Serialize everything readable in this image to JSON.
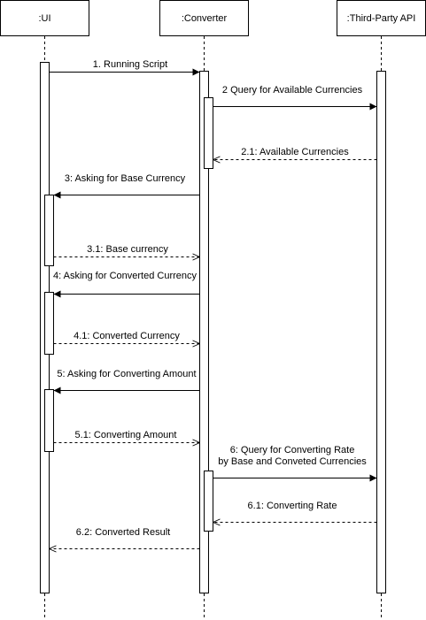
{
  "participants": [
    {
      "id": "ui",
      "label": ":UI"
    },
    {
      "id": "converter",
      "label": ":Converter"
    },
    {
      "id": "api",
      "label": ":Third-Party API"
    }
  ],
  "messages": [
    {
      "id": "m1",
      "lines": [
        "1. Running Script"
      ],
      "from": "ui",
      "to": "converter",
      "kind": "sync"
    },
    {
      "id": "m2",
      "lines": [
        "2 Query for Available Currencies"
      ],
      "from": "converter",
      "to": "api",
      "kind": "sync"
    },
    {
      "id": "m2-1",
      "lines": [
        "2.1: Available Currencies"
      ],
      "from": "api",
      "to": "converter",
      "kind": "reply"
    },
    {
      "id": "m3",
      "lines": [
        "3: Asking for Base Currency"
      ],
      "from": "converter",
      "to": "ui",
      "kind": "sync"
    },
    {
      "id": "m3-1",
      "lines": [
        "3.1: Base currency"
      ],
      "from": "ui",
      "to": "converter",
      "kind": "reply"
    },
    {
      "id": "m4",
      "lines": [
        "4: Asking for Converted Currency"
      ],
      "from": "converter",
      "to": "ui",
      "kind": "sync"
    },
    {
      "id": "m4-1",
      "lines": [
        "4.1: Converted Currency"
      ],
      "from": "ui",
      "to": "converter",
      "kind": "reply"
    },
    {
      "id": "m5",
      "lines": [
        "5: Asking for Converting Amount"
      ],
      "from": "converter",
      "to": "ui",
      "kind": "sync"
    },
    {
      "id": "m5-1",
      "lines": [
        "5.1: Converting Amount"
      ],
      "from": "ui",
      "to": "converter",
      "kind": "reply"
    },
    {
      "id": "m6",
      "lines": [
        "6: Query for Converting Rate",
        "by Base and Conveted Currencies"
      ],
      "from": "converter",
      "to": "api",
      "kind": "sync"
    },
    {
      "id": "m6-1",
      "lines": [
        "6.1: Converting Rate"
      ],
      "from": "api",
      "to": "converter",
      "kind": "reply"
    },
    {
      "id": "m6-2",
      "lines": [
        "6.2: Converted Result"
      ],
      "from": "converter",
      "to": "ui",
      "kind": "reply"
    }
  ]
}
